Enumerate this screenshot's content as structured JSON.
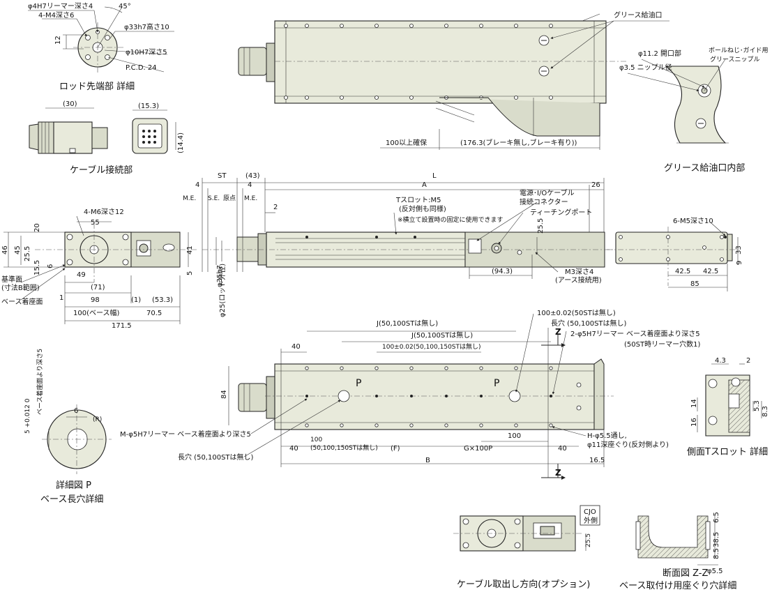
{
  "rod_end": {
    "title": "ロッド先端部 詳細",
    "labels": [
      "φ4H7リーマー深さ4",
      "4-M4深さ6",
      "45°",
      "12",
      "φ33h7高さ10",
      "φ10H7深さ5",
      "P.C.D. 24"
    ]
  },
  "cable_conn": {
    "title": "ケーブル接続部",
    "labels": [
      "(30)",
      "(15.3)",
      "(14.4)"
    ]
  },
  "top_view": {
    "labels": [
      "グリース給油口",
      "100以上確保",
      "(176.3(ブレーキ無し,ブレーキ有り))"
    ]
  },
  "grease": {
    "title": "グリース給油口内部",
    "labels": [
      "φ11.2 開口部",
      "φ3.5 ニップル径",
      "ボールねじ･ガイド用",
      "グリースニップル"
    ]
  },
  "front_view": {
    "labels": [
      "4-M6深さ12",
      "55",
      "20",
      "46",
      "45",
      "25.5",
      "15.5",
      "6",
      "49",
      "(71)",
      "98",
      "100(ベース幅)",
      "(1)",
      "(53.3)",
      "70.5",
      "171.5",
      "41",
      "5",
      "1",
      "基準面",
      "(寸法B範囲)",
      "ベース着座面"
    ]
  },
  "side_view": {
    "labels": [
      "ST",
      "(43)",
      "L",
      "A",
      "26",
      "4",
      "4",
      "M.E.",
      "S.E.",
      "原点",
      "M.E.",
      "2",
      "Tスロット:M5",
      "(反対側も同様)",
      "※横立て設置時の固定に使用できます",
      "電源･I/Oケーブル",
      "接続コネクター",
      "ティーチングポート",
      "25.5",
      "φ35h7",
      "φ25(ロッド外径)",
      "(94.3)",
      "M3深さ4",
      "(アース接続用)"
    ]
  },
  "end_view": {
    "labels": [
      "6-M5深さ10",
      "33",
      "9",
      "42.5",
      "42.5",
      "85"
    ]
  },
  "bottom_view": {
    "labels": [
      "J(50,100STは無し)",
      "100±0.02(50STは無し)",
      "長穴 (50,100STは無し)",
      "J(50,100STは無し)",
      "2-φ5H7リーマー ベース着座面より深さ5",
      "(50ST時リーマー穴数1)",
      "100±0.02(50,100,150STは無し)",
      "40",
      "P",
      "P",
      "84",
      "Z",
      "Z",
      "M-φ5H7リーマー ベース着座面より深さ5",
      "100",
      "H-φ5.5通し,",
      "φ11深座ぐり(反対側より)",
      "長穴 (50,100STは無し)",
      "40",
      "100",
      "(50,100,150STは無し)",
      "(F)",
      "G×100P",
      "40",
      "B",
      "16.5"
    ]
  },
  "detail_p": {
    "title": "詳細図 P",
    "subtitle": "ベース長穴詳細",
    "labels": [
      "5 +0.012 0",
      "ベース着座面より深さ5",
      "6",
      "(R)"
    ]
  },
  "tslot": {
    "title": "側面Tスロット 詳細",
    "labels": [
      "4.3",
      "2",
      "14",
      "16",
      "5.3",
      "8.3"
    ]
  },
  "cable_option": {
    "title": "ケーブル取出し方向(オプション)",
    "labels": [
      "CJO",
      "外側",
      "25.5"
    ]
  },
  "section_zz": {
    "title": "断面図 Z-Z",
    "subtitle": "ベース取付け用座ぐり穴詳細",
    "labels": [
      "6.5",
      "38.5",
      "8.5",
      "φ5.5"
    ]
  }
}
